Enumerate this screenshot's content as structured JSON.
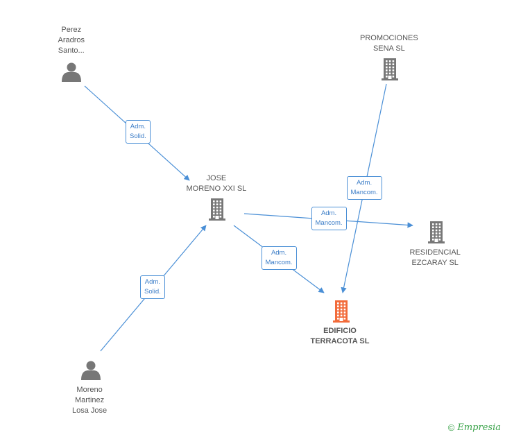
{
  "colors": {
    "edge": "#4a8fd6",
    "node_gray": "#777777",
    "node_focus": "#f26b3a",
    "brand": "#3aa34a"
  },
  "nodes": [
    {
      "id": "perez",
      "kind": "person",
      "lines": [
        "Perez",
        "Aradros",
        "Santo..."
      ]
    },
    {
      "id": "promociones",
      "kind": "company",
      "lines": [
        "PROMOCIONES",
        "SENA  SL"
      ]
    },
    {
      "id": "jose",
      "kind": "company",
      "lines": [
        "JOSE",
        "MORENO XXI SL"
      ]
    },
    {
      "id": "residencial",
      "kind": "company",
      "lines": [
        "RESIDENCIAL",
        "EZCARAY SL"
      ]
    },
    {
      "id": "edificio",
      "kind": "company-focus",
      "lines": [
        "EDIFICIO",
        "TERRACOTA SL"
      ]
    },
    {
      "id": "moreno",
      "kind": "person",
      "lines": [
        "Moreno",
        "Martinez",
        "Losa Jose"
      ]
    }
  ],
  "edges": [
    {
      "id": "e1",
      "from": "perez",
      "to": "jose",
      "lines": [
        "Adm.",
        "Solid."
      ]
    },
    {
      "id": "e2",
      "from": "promociones",
      "to": "edificio",
      "lines": [
        "Adm.",
        "Mancom."
      ]
    },
    {
      "id": "e3",
      "from": "jose",
      "to": "residencial",
      "lines": [
        "Adm.",
        "Mancom."
      ]
    },
    {
      "id": "e4",
      "from": "jose",
      "to": "edificio",
      "lines": [
        "Adm.",
        "Mancom."
      ]
    },
    {
      "id": "e5",
      "from": "moreno",
      "to": "jose",
      "lines": [
        "Adm.",
        "Solid."
      ]
    }
  ],
  "brand": {
    "copyright": "©",
    "name": "Empresia"
  }
}
